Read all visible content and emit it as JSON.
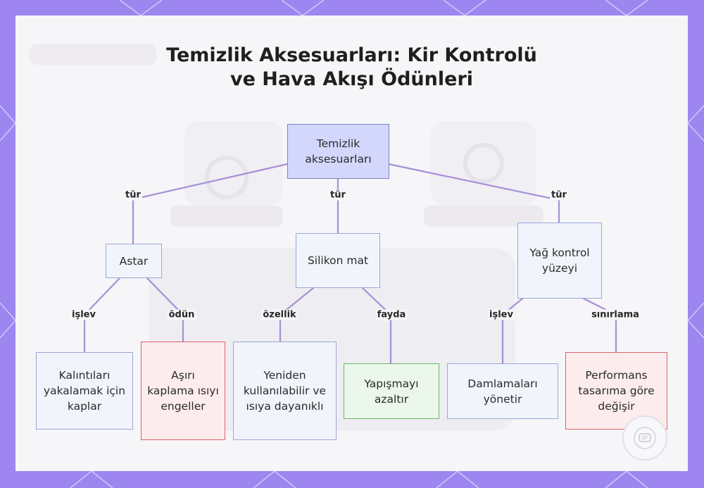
{
  "title": {
    "line1": "Temizlik Aksesuarları: Kir Kontrolü",
    "line2": "ve Hava Akışı Ödünleri"
  },
  "nodes": {
    "root": "Temizlik aksesuarları",
    "liner": "Astar",
    "silicone_mat": "Silikon mat",
    "grease_surface": "Yağ kontrol yüzeyi",
    "catch_residue": "Kalıntıları yakalamak için kaplar",
    "over_cover": "Aşırı kaplama ısıyı engeller",
    "reusable": "Yeniden kullanılabilir ve ısıya dayanıklı",
    "reduce_stick": "Yapışmayı azaltır",
    "manage_drips": "Damlamaları yönetir",
    "performance_varies": "Performans tasarıma göre değişir"
  },
  "edges": {
    "tur_left": "tür",
    "tur_mid": "tür",
    "tur_right": "tür",
    "islev_left": "işlev",
    "odun": "ödün",
    "ozellik": "özellik",
    "fayda": "fayda",
    "islev_right": "işlev",
    "sinirlama": "sınırlama"
  },
  "colors": {
    "frame": "#9d86f0",
    "edge": "#a88fd8",
    "root_fill": "#d3d7fb",
    "type_fill": "#f2f4fc",
    "tradeoff_border": "#d9646c",
    "benefit_border": "#6cb56a"
  }
}
